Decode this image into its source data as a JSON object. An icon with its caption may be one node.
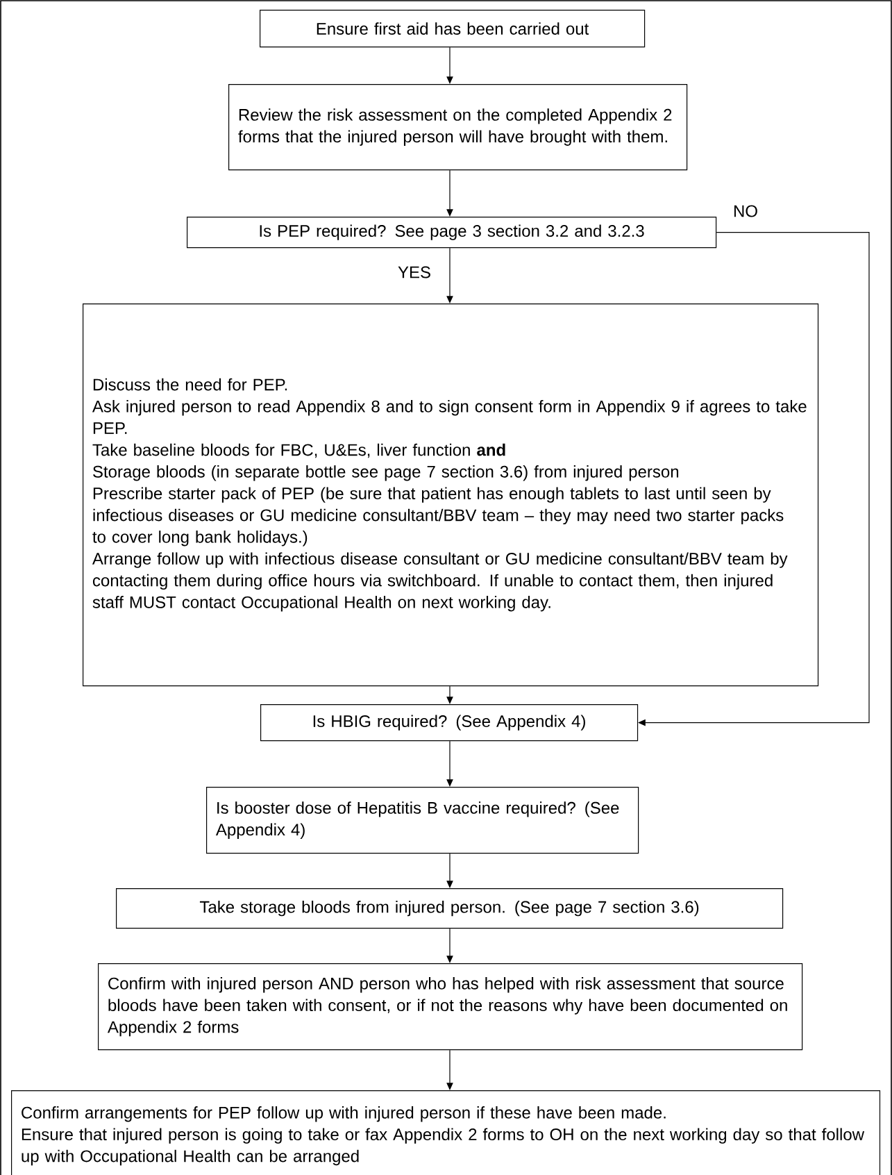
{
  "diagram": {
    "nodes": [
      {
        "text": [
          "Ensure first aid has been carried out"
        ]
      },
      {
        "text": [
          "Review the risk assessment on the completed Appendix 2 forms that the injured person will have brought with them."
        ]
      },
      {
        "text": [
          "Is PEP required? See page 3 section 3.2 and 3.2.3"
        ]
      },
      {
        "text": [
          "Discuss the need for PEP.",
          "Ask injured person to read Appendix 8 and to sign consent form in Appendix 9 if agrees to take PEP.",
          "Take baseline bloods for FBC, U&Es, liver function **and**",
          "Storage bloods (in separate bottle see page 7 section 3.6) from injured person",
          "Prescribe starter pack of PEP (be sure that patient has enough tablets to last until seen by infectious diseases or GU medicine consultant/BBV team – they may need two starter packs to cover long bank holidays.)",
          "Arrange follow up with infectious disease consultant or GU medicine consultant/BBV team by contacting them during office hours via switchboard. If unable to contact them, then injured staff MUST contact Occupational Health on next working day."
        ]
      },
      {
        "text": [
          "Is HBIG required? (See Appendix 4)"
        ]
      },
      {
        "text": [
          "Is booster dose of Hepatitis B vaccine required? (See Appendix 4)"
        ]
      },
      {
        "text": [
          "Take storage bloods from injured person. (See page 7 section 3.6)"
        ]
      },
      {
        "text": [
          "Confirm with injured person AND person who has helped with risk assessment that source bloods have been taken with consent, or if not the reasons why have been documented on Appendix 2 forms"
        ]
      },
      {
        "text": [
          "Confirm arrangements for PEP follow up with injured person if these have been made.",
          "Ensure that injured person is going to take or fax Appendix 2 forms to OH on the next working day so that follow up with Occupational Health can be arranged"
        ]
      }
    ],
    "edges": [
      {
        "from": 0,
        "to": 1,
        "arrow": "to"
      },
      {
        "from": 1,
        "to": 2,
        "arrow": "to"
      },
      {
        "from": 2,
        "to": 3,
        "arrow": "to",
        "label": "YES"
      },
      {
        "from": 3,
        "to": 4,
        "arrow": "to"
      },
      {
        "from": 2,
        "to": 4,
        "arrow": "to",
        "label": "NO"
      },
      {
        "from": 4,
        "to": 5,
        "arrow": "to"
      },
      {
        "from": 5,
        "to": 6,
        "arrow": "to"
      },
      {
        "from": 6,
        "to": 7,
        "arrow": "to"
      },
      {
        "from": 7,
        "to": 8,
        "arrow": "to"
      }
    ]
  }
}
